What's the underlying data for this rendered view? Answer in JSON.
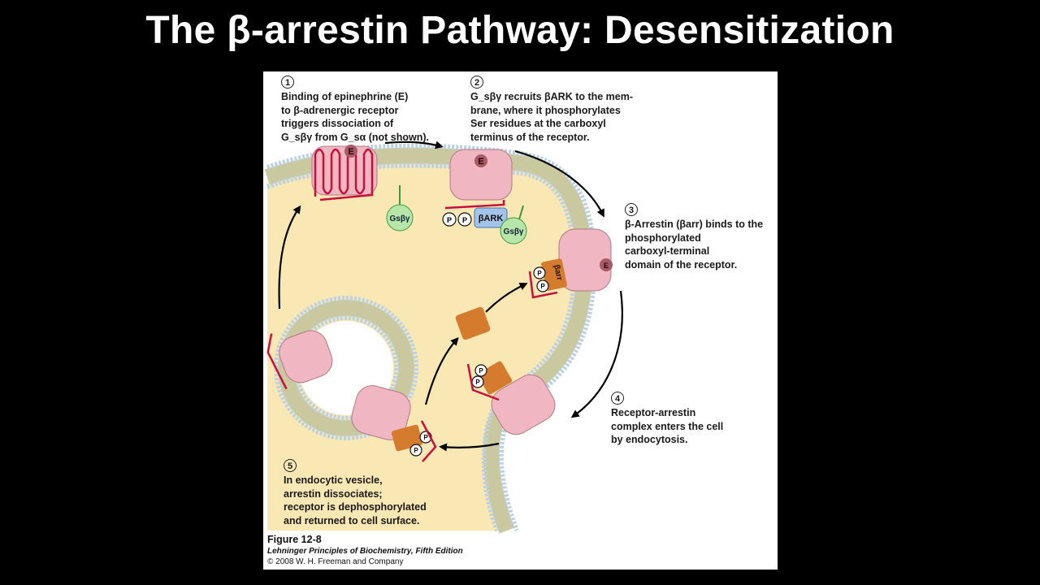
{
  "slide": {
    "title": "The β-arrestin Pathway: Desensitization"
  },
  "steps": [
    {
      "num": "1",
      "lines": [
        "Binding of epinephrine (E)",
        "to β-adrenergic receptor",
        "triggers dissociation of",
        "G_sβγ from G_sα (not shown)."
      ]
    },
    {
      "num": "2",
      "lines": [
        "G_sβγ recruits βARK to the mem-",
        "brane, where it phosphorylates",
        "Ser residues at the carboxyl",
        "terminus of the receptor."
      ]
    },
    {
      "num": "3",
      "lines": [
        "β-Arrestin (βarr) binds to the",
        "phosphorylated",
        "carboxyl-terminal",
        "domain of the receptor."
      ]
    },
    {
      "num": "4",
      "lines": [
        "Receptor-arrestin",
        "complex enters the cell",
        "by endocytosis."
      ]
    },
    {
      "num": "5",
      "lines": [
        "In endocytic vesicle,",
        "arrestin dissociates;",
        "receptor is dephosphorylated",
        "and returned to cell surface."
      ]
    }
  ],
  "labels": {
    "epinephrine": "E",
    "g_beta_gamma": "Gsβγ",
    "bark": "βARK",
    "phosphate": "P",
    "beta_arrestin": "βarr"
  },
  "caption": {
    "figure": "Figure 12-8",
    "book": "Lehninger Principles of Biochemistry, Fifth Edition",
    "copyright": "© 2008 W. H. Freeman and Company"
  },
  "colors": {
    "background": "#000000",
    "panel": "#ffffff",
    "cytoplasm": "#f9e7b4",
    "membrane_head": "#bcd2e4",
    "membrane_tail": "#c9c89e",
    "receptor": "#f0b7c2",
    "receptor_loop": "#c8103b",
    "epinephrine": "#a85a66",
    "g_protein": "#b6e6a8",
    "bark": "#a2c4ea",
    "arrestin": "#d47b2e",
    "arrow": "#000000"
  }
}
